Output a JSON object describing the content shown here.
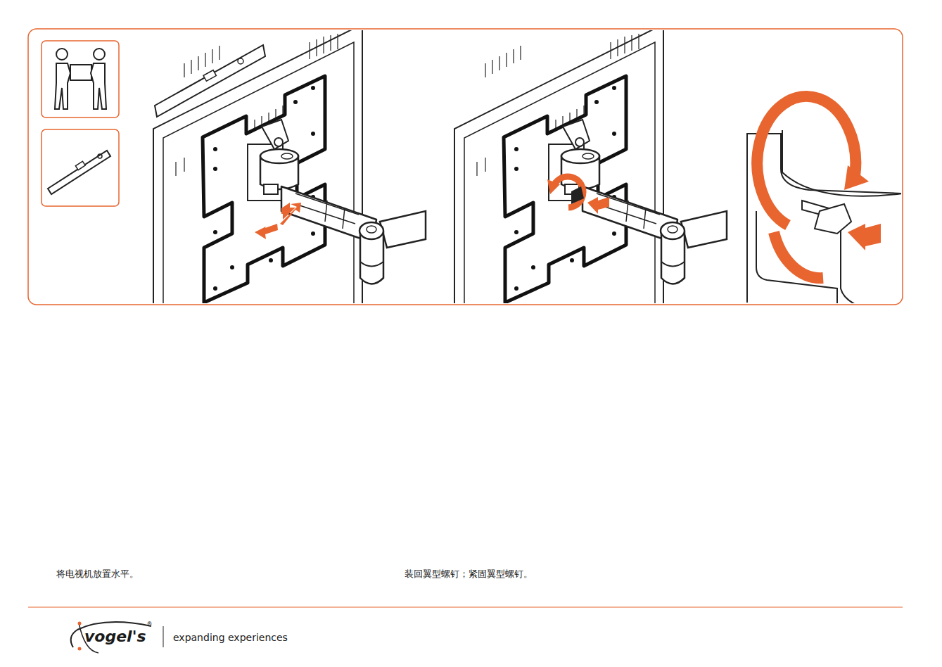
{
  "diagram": {
    "labels": [
      "将电视机放置水平。",
      "装回翼型螺钉；紧固翼型螺钉。",
      "vogel's",
      "®",
      "expanding experiences"
    ]
  }
}
